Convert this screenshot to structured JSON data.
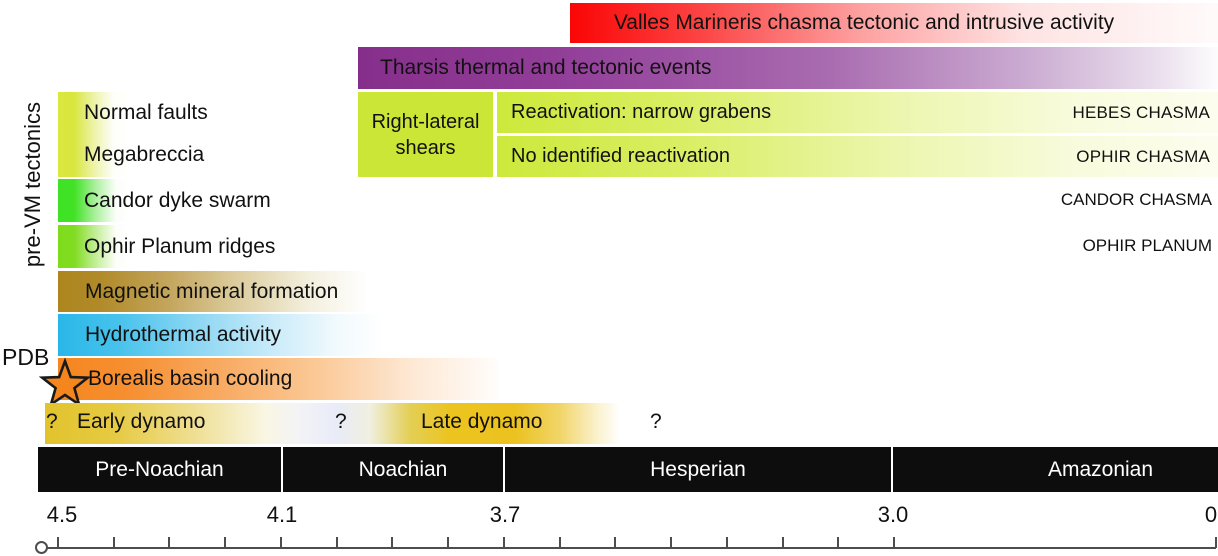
{
  "title_bars": {
    "valles_marineris": "Valles Marineris chasma tectonic and intrusive activity",
    "tharsis": "Tharsis thermal and tectonic events"
  },
  "shear_block": {
    "cell_line1": "Right-lateral",
    "cell_line2": "shears",
    "row_reactivation": "Reactivation: narrow grabens",
    "row_no_reactivation": "No identified reactivation"
  },
  "regions": {
    "hebes": "HEBES CHASMA",
    "ophir_chasma": "OPHIR CHASMA",
    "candor_chasma": "CANDOR CHASMA",
    "ophir_planum": "OPHIR PLANUM"
  },
  "pre_vm": {
    "side_label": "pre-VM tectonics",
    "normal_faults": "Normal faults",
    "megabreccia": "Megabreccia",
    "candor_dyke": "Candor dyke swarm",
    "ophir_ridges": "Ophir Planum ridges",
    "magnetic": "Magnetic mineral formation",
    "hydrothermal": "Hydrothermal activity"
  },
  "pdb": {
    "label": "PDB",
    "star_icon": "star-icon",
    "bar": "Borealis basin cooling"
  },
  "dynamo": {
    "q1": "?",
    "early": "Early dynamo",
    "q2": "?",
    "late": "Late dynamo",
    "q3": "?"
  },
  "epochs": [
    {
      "name": "Pre-Noachian",
      "start_ga": "4.5",
      "end_ga": "4.1"
    },
    {
      "name": "Noachian",
      "start_ga": "4.1",
      "end_ga": "3.7"
    },
    {
      "name": "Hesperian",
      "start_ga": "3.7",
      "end_ga": "3.0"
    },
    {
      "name": "Amazonian",
      "start_ga": "3.0",
      "end_ga": "0"
    }
  ],
  "axis": {
    "labels": [
      "4.5",
      "4.1",
      "3.7",
      "3.0",
      "0"
    ]
  },
  "colors": {
    "valles_red": "#fb0505",
    "tharsis_purple": "#862e8b",
    "shear_green": "#cbe637",
    "reactivation_green": "#cde93b",
    "normal_faults_yellowgreen": "#d9e73f",
    "candor_green": "#3fe224",
    "ophir_ridges_green": "#7edc1c",
    "magnetic_gold": "#ad861f",
    "hydrothermal_cyan": "#29b7e8",
    "borealis_orange": "#f5861e",
    "dynamo_gold": "#e2c32d",
    "epoch_black": "#0d0d0d",
    "text_black": "#111111"
  }
}
